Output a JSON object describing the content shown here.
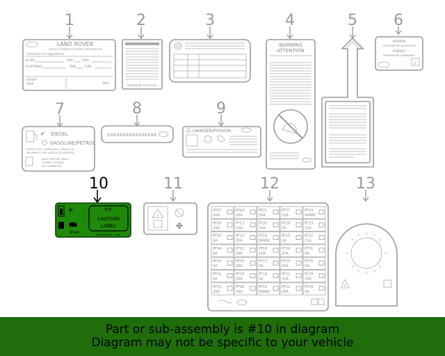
{
  "callouts": [
    "1",
    "2",
    "3",
    "4",
    "5",
    "6",
    "7",
    "8",
    "9",
    "10",
    "11",
    "12",
    "13"
  ],
  "highlighted_part": "10",
  "label1": {
    "brand": "LAND ROVER",
    "subtitle": "VEHICLE EMISSION CONTROL INFORMATION",
    "conforms": "Conforms to regulations",
    "row1_left": "US EPA",
    "row1_mid": "OBD",
    "row1_right": "FUEL",
    "row2_left": "CALIFORNIA",
    "row2_mid": "OBD",
    "row2_right": "FUEL",
    "group": "GROUP",
    "evap": "EVAP",
    "dhx": "DHX"
  },
  "label2": {
    "footer": "TRADEMARK SIGNATURE"
  },
  "label4": {
    "line1": "WARNING",
    "line2": "ATTENTION"
  },
  "label6": {
    "line1": "PREMIUM",
    "line2": "GASOLINE RECOMMENDED",
    "line3": "ESSENCE",
    "line4": "PREMIUM RECOMMANDEE"
  },
  "label7": {
    "diesel": "DIESEL",
    "gasoline": "GASOLINE/PETROL",
    "warn1": "PETROL FUEL GUARD WILL OPERATE IF",
    "warn2": "INCORRECT FUEL NOZZLE IS INSERTED",
    "reset1": "RESET BEFORE USING",
    "reset2": "CORRECT NOZZLE",
    "reset3": "SEE HANDBOOK"
  },
  "label8": {
    "code": "XXXXXXXXXXXXXXXX"
  },
  "label9": {
    "title": "DANGER/POISON"
  },
  "label10": {
    "fit": "FIT",
    "caution": "CAUTION",
    "label": "LABEL",
    "code": "SP-A2",
    "bottom": "EXXXX XXXX • XXX"
  },
  "fuse_rows": [
    [
      {
        "id": "PF07",
        "amp": "20A"
      },
      {
        "id": "PF14",
        "amp": "20A"
      },
      {
        "id": "PF21",
        "amp": "20A"
      },
      {
        "id": "PF27",
        "amp": "15A"
      },
      {
        "id": "PF34",
        "amp": "SPARE"
      }
    ],
    [
      {
        "id": "PF06",
        "amp": "20A"
      },
      {
        "id": "PF13",
        "amp": "20A"
      },
      {
        "id": "PF20",
        "amp": "20A"
      },
      {
        "id": "PF26",
        "amp": "5A"
      },
      {
        "id": "PF33",
        "amp": "15A"
      }
    ],
    [
      {
        "id": "PF05",
        "amp": "5A"
      },
      {
        "id": "PF12",
        "amp": "30A"
      },
      {
        "id": "PF19",
        "amp": "SPARE"
      },
      {
        "id": "PF25",
        "amp": "2A"
      },
      {
        "id": "PF32",
        "amp": "15A"
      }
    ],
    [
      {
        "id": "PF04",
        "amp": "5A"
      },
      {
        "id": "PF11",
        "amp": "20A"
      },
      {
        "id": "PF18",
        "amp": "15A"
      },
      {
        "id": "PF24",
        "amp": "25A"
      },
      {
        "id": "PF31",
        "amp": "5A"
      }
    ],
    [
      {
        "id": "PF03",
        "amp": "5A"
      },
      {
        "id": "PF10",
        "amp": "20A"
      },
      {
        "id": "PF17",
        "amp": "5A"
      },
      {
        "id": "PF23",
        "amp": "25A"
      },
      {
        "id": "PF30",
        "amp": "5A"
      }
    ],
    [
      {
        "id": "PF02",
        "amp": "5A"
      },
      {
        "id": "PF09",
        "amp": "20A"
      },
      {
        "id": "PF16",
        "amp": "5A"
      },
      {
        "id": "PF22",
        "amp": "25A"
      },
      {
        "id": "PF29",
        "amp": "20A"
      }
    ],
    [
      {
        "id": "PF01",
        "amp": "20A"
      },
      {
        "id": "PF08",
        "amp": "20A"
      },
      {
        "id": "PF15",
        "amp": "SPARE"
      },
      {
        "id": "PF21",
        "amp": "25A"
      },
      {
        "id": "PF28",
        "amp": "5A"
      }
    ]
  ],
  "banner": {
    "line1": "Part or sub-assembly is #10 in diagram",
    "line2": "Diagram may not be specific to your vehicle"
  },
  "colors": {
    "highlight": "#1f8a0a",
    "banner": "#1f6e0b",
    "outline": "#9a9a9a"
  }
}
